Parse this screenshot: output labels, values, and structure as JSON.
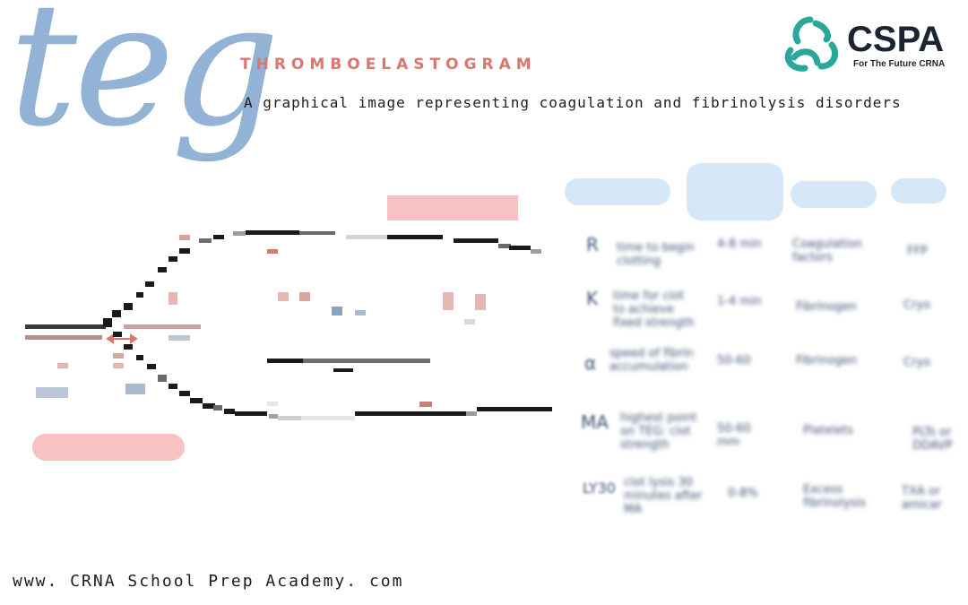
{
  "title": "teg",
  "heading": "THROMBOELASTOGRAM",
  "subheading": "A graphical image representing coagulation and fibrinolysis disorders",
  "logo": {
    "name": "CSPA",
    "tagline": "For The Future CRNA",
    "colors": {
      "ring": "#2aa79b",
      "text": "#1c2433"
    }
  },
  "footer": {
    "url": "www. CRNA School Prep Academy. com"
  },
  "colors": {
    "title_blue": "#93b3d6",
    "heading_red": "#d9776c",
    "redaction_blue": "#d6e7f8",
    "redaction_pink": "#f8c2c2"
  },
  "table": {
    "rows": [
      {
        "label": "R",
        "description": "time to begin clotting",
        "range": "4-8 min",
        "factor": "Coagulation factors",
        "treatment": "FFP"
      },
      {
        "label": "K",
        "description": "time for clot to achieve fixed strength",
        "range": "1-4 min",
        "factor": "Fibrinogen",
        "treatment": "Cryo"
      },
      {
        "label": "α",
        "description": "speed of fibrin accumulation",
        "range": "50-60",
        "factor": "Fibrinogen",
        "treatment": "Cryo"
      },
      {
        "label": "MA",
        "description": "highest point on TEG: clot strength",
        "range": "50-60 mm",
        "factor": "Platelets",
        "treatment": "PLTs or DDAVP"
      },
      {
        "label": "LY30",
        "description": "clot lysis 30 minutes after MA",
        "range": "0-8%",
        "factor": "Excess fibrinolysis",
        "treatment": "TXA or amicar"
      }
    ]
  }
}
